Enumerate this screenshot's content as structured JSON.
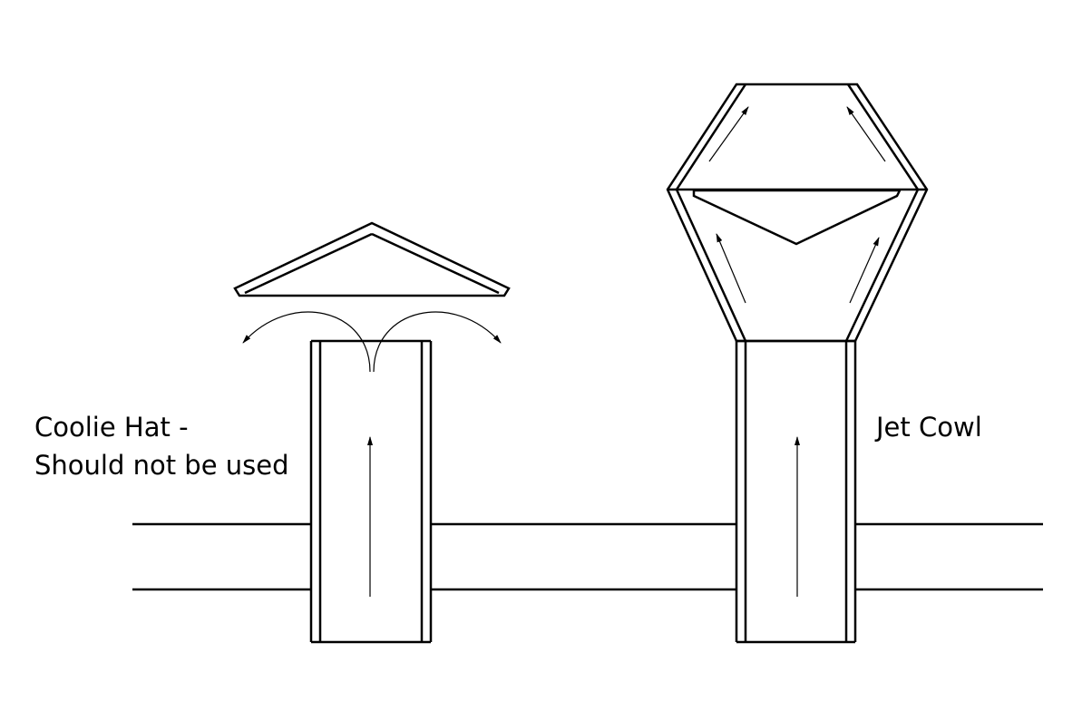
{
  "labels": {
    "coolie_line1": "Coolie Hat -",
    "coolie_line2": "Should not be used",
    "jet_cowl": "Jet Cowl"
  },
  "colors": {
    "stroke": "#000000",
    "background": "#ffffff"
  }
}
